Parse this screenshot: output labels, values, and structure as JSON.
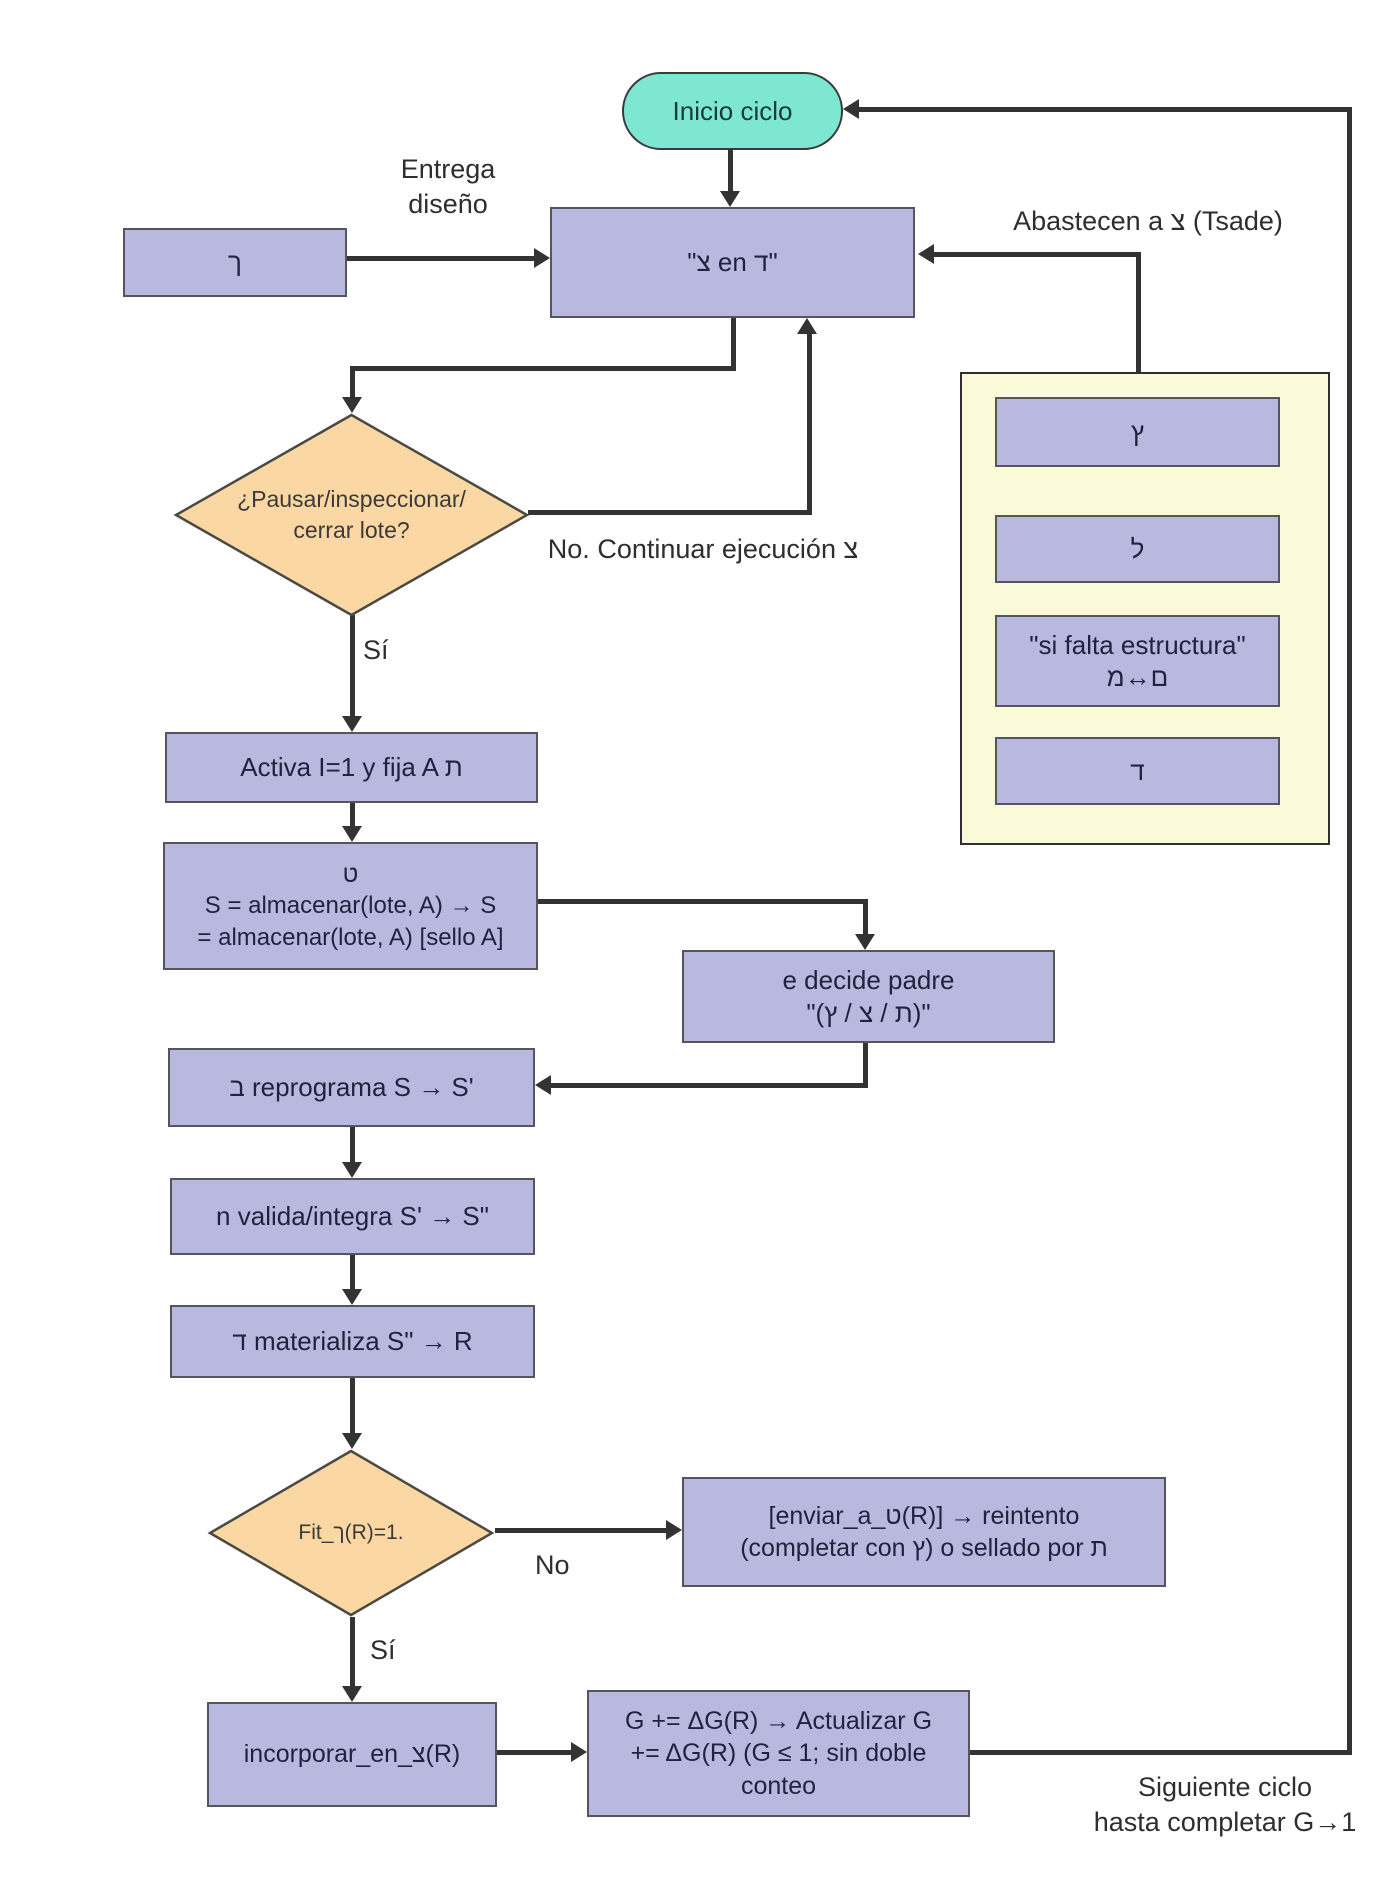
{
  "colors": {
    "box_fill": "#b9b9e0",
    "box_border": "#55555f",
    "start_fill": "#7ee7d2",
    "diamond_fill": "#fbd7a3",
    "panel_fill": "#fafad9",
    "line": "#333333"
  },
  "nodes": {
    "start": {
      "label": "Inicio ciclo"
    },
    "kaf_box": {
      "label": "ך"
    },
    "main_box": {
      "label": "\"צ en ד\""
    },
    "pause_diamond": {
      "line1": "¿Pausar/inspeccionar/",
      "line2": "cerrar lote?"
    },
    "activa_box": {
      "label": "Activa I=1 y fija A ת"
    },
    "store_box": {
      "line1": "ט",
      "line2": "S = almacenar(lote, A) → S",
      "line3": "= almacenar(lote, A) [sello A]"
    },
    "decide_box": {
      "line1": "e decide padre",
      "line2": "\"(ץ / צ / ת)\""
    },
    "reprograma_box": {
      "label": "ב reprograma S → S'"
    },
    "valida_box": {
      "label": "n valida/integra S' → S\""
    },
    "materializa_box": {
      "label": "ד materializa S\" → R"
    },
    "fit_diamond": {
      "label": "Fit_ך(R)=1."
    },
    "enviar_box": {
      "line1": "[enviar_a_ט(R)] → reintento",
      "line2": "(completar con ץ) o sellado por ת"
    },
    "incorporar_box": {
      "label": "incorporar_en_צ(R)"
    },
    "update_box": {
      "line1": "G += ΔG(R) → Actualizar G",
      "line2": "+= ΔG(R) (G ≤ 1; sin doble",
      "line3": "conteo"
    }
  },
  "panel": {
    "tsade_final": "ץ",
    "lamed": "ל",
    "estructura_line1": "\"si falta estructura\"",
    "estructura_line2": "מ↔ם",
    "dalet": "ד"
  },
  "labels": {
    "entrega_line1": "Entrega",
    "entrega_line2": "diseño",
    "abastecen": "Abastecen a צ (Tsade)",
    "no_continuar": "No. Continuar ejecución צ",
    "si_1": "Sí",
    "no_2": "No",
    "si_2": "Sí",
    "siguiente_line1": "Siguiente ciclo",
    "siguiente_line2": "hasta completar G→1"
  }
}
